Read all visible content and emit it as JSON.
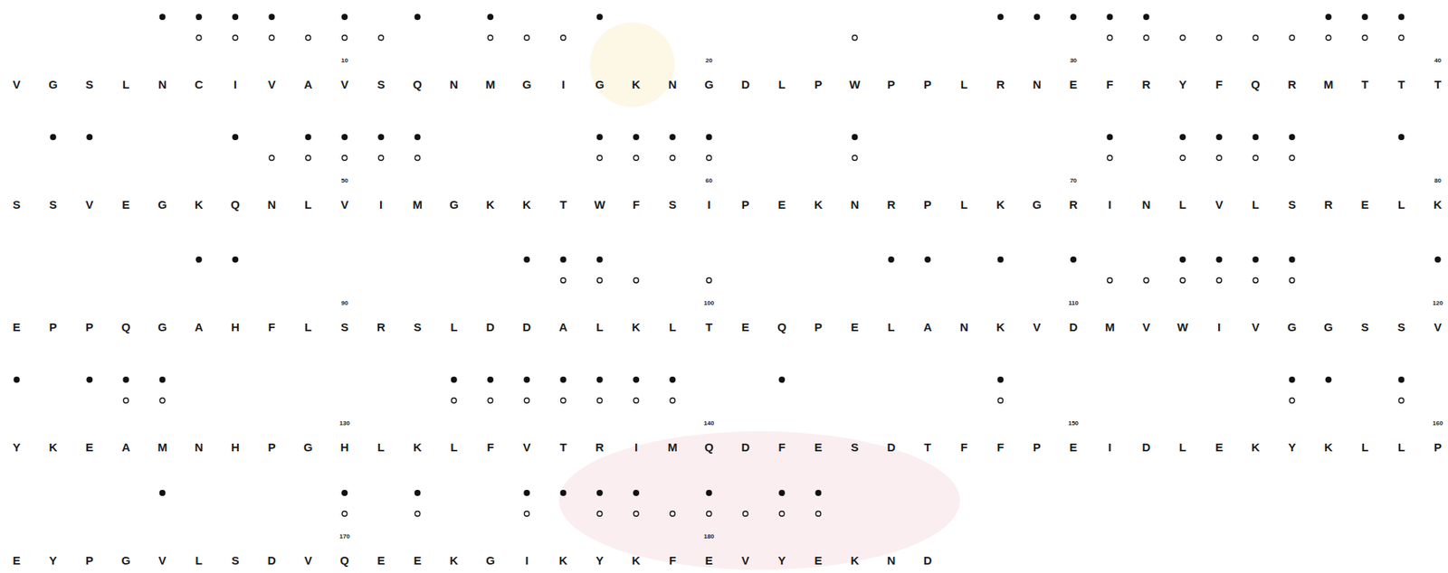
{
  "diagram": {
    "labels": [
      "10",
      "20",
      "30",
      "40",
      "V",
      "G",
      "S",
      "L",
      "N",
      "C",
      "I",
      "V",
      "A",
      "V",
      "S",
      "Q",
      "N",
      "M",
      "G",
      "I",
      "G",
      "K",
      "N",
      "G",
      "D",
      "L",
      "P",
      "W",
      "P",
      "P",
      "L",
      "R",
      "N",
      "E",
      "F",
      "R",
      "Y",
      "F",
      "Q",
      "R",
      "M",
      "T",
      "T",
      "T",
      "50",
      "60",
      "70",
      "80",
      "S",
      "S",
      "V",
      "E",
      "G",
      "K",
      "Q",
      "N",
      "L",
      "V",
      "I",
      "M",
      "G",
      "K",
      "K",
      "T",
      "W",
      "F",
      "S",
      "I",
      "P",
      "E",
      "K",
      "N",
      "R",
      "P",
      "L",
      "K",
      "G",
      "R",
      "I",
      "N",
      "L",
      "V",
      "L",
      "S",
      "R",
      "E",
      "L",
      "K",
      "90",
      "100",
      "110",
      "120",
      "E",
      "P",
      "P",
      "Q",
      "G",
      "A",
      "H",
      "F",
      "L",
      "S",
      "R",
      "S",
      "L",
      "D",
      "D",
      "A",
      "L",
      "K",
      "L",
      "T",
      "E",
      "Q",
      "P",
      "E",
      "L",
      "A",
      "N",
      "K",
      "V",
      "D",
      "M",
      "V",
      "W",
      "I",
      "V",
      "G",
      "G",
      "S",
      "S",
      "V",
      "130",
      "140",
      "150",
      "160",
      "Y",
      "K",
      "E",
      "A",
      "M",
      "N",
      "H",
      "P",
      "G",
      "H",
      "L",
      "K",
      "L",
      "F",
      "V",
      "T",
      "R",
      "I",
      "M",
      "Q",
      "D",
      "F",
      "E",
      "S",
      "D",
      "T",
      "F",
      "F",
      "P",
      "E",
      "I",
      "D",
      "L",
      "E",
      "K",
      "Y",
      "K",
      "L",
      "L",
      "P",
      "170",
      "180",
      "E",
      "Y",
      "P",
      "G",
      "V",
      "L",
      "S",
      "D",
      "V",
      "Q",
      "E",
      "E",
      "K",
      "G",
      "I",
      "K",
      "Y",
      "K",
      "F",
      "E",
      "V",
      "Y",
      "E",
      "K",
      "N",
      "D"
    ]
  }
}
